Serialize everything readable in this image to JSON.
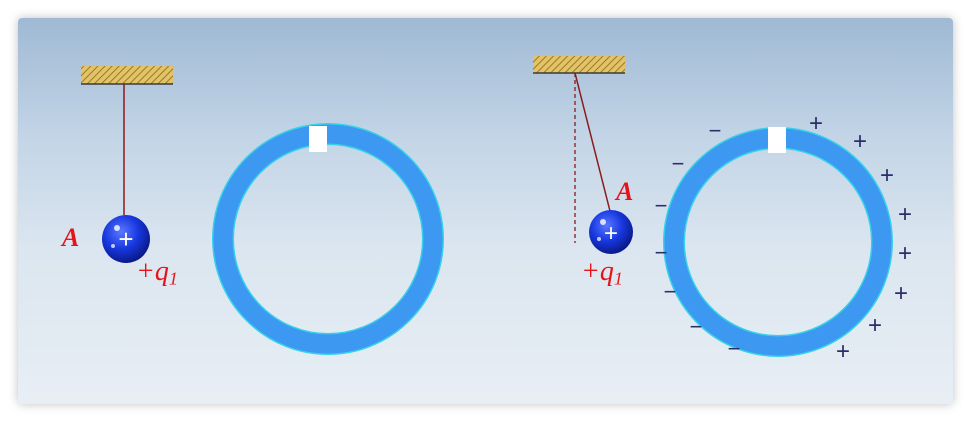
{
  "left_figure": {
    "ball_label": "A",
    "charge_label": "+q",
    "charge_subscript": "1",
    "ball_sign": "+"
  },
  "right_figure": {
    "ball_label": "A",
    "charge_label": "+q",
    "charge_subscript": "1",
    "ball_sign": "+",
    "inner_sign": "−",
    "outer_sign": "+"
  },
  "colors": {
    "ring": "#3c98f0",
    "ring_edge": "#35d1ea",
    "label": "#e8131a",
    "string": "#8b1a1a",
    "ball": "#1030d8",
    "sign_ink": "#2a2e6a"
  }
}
